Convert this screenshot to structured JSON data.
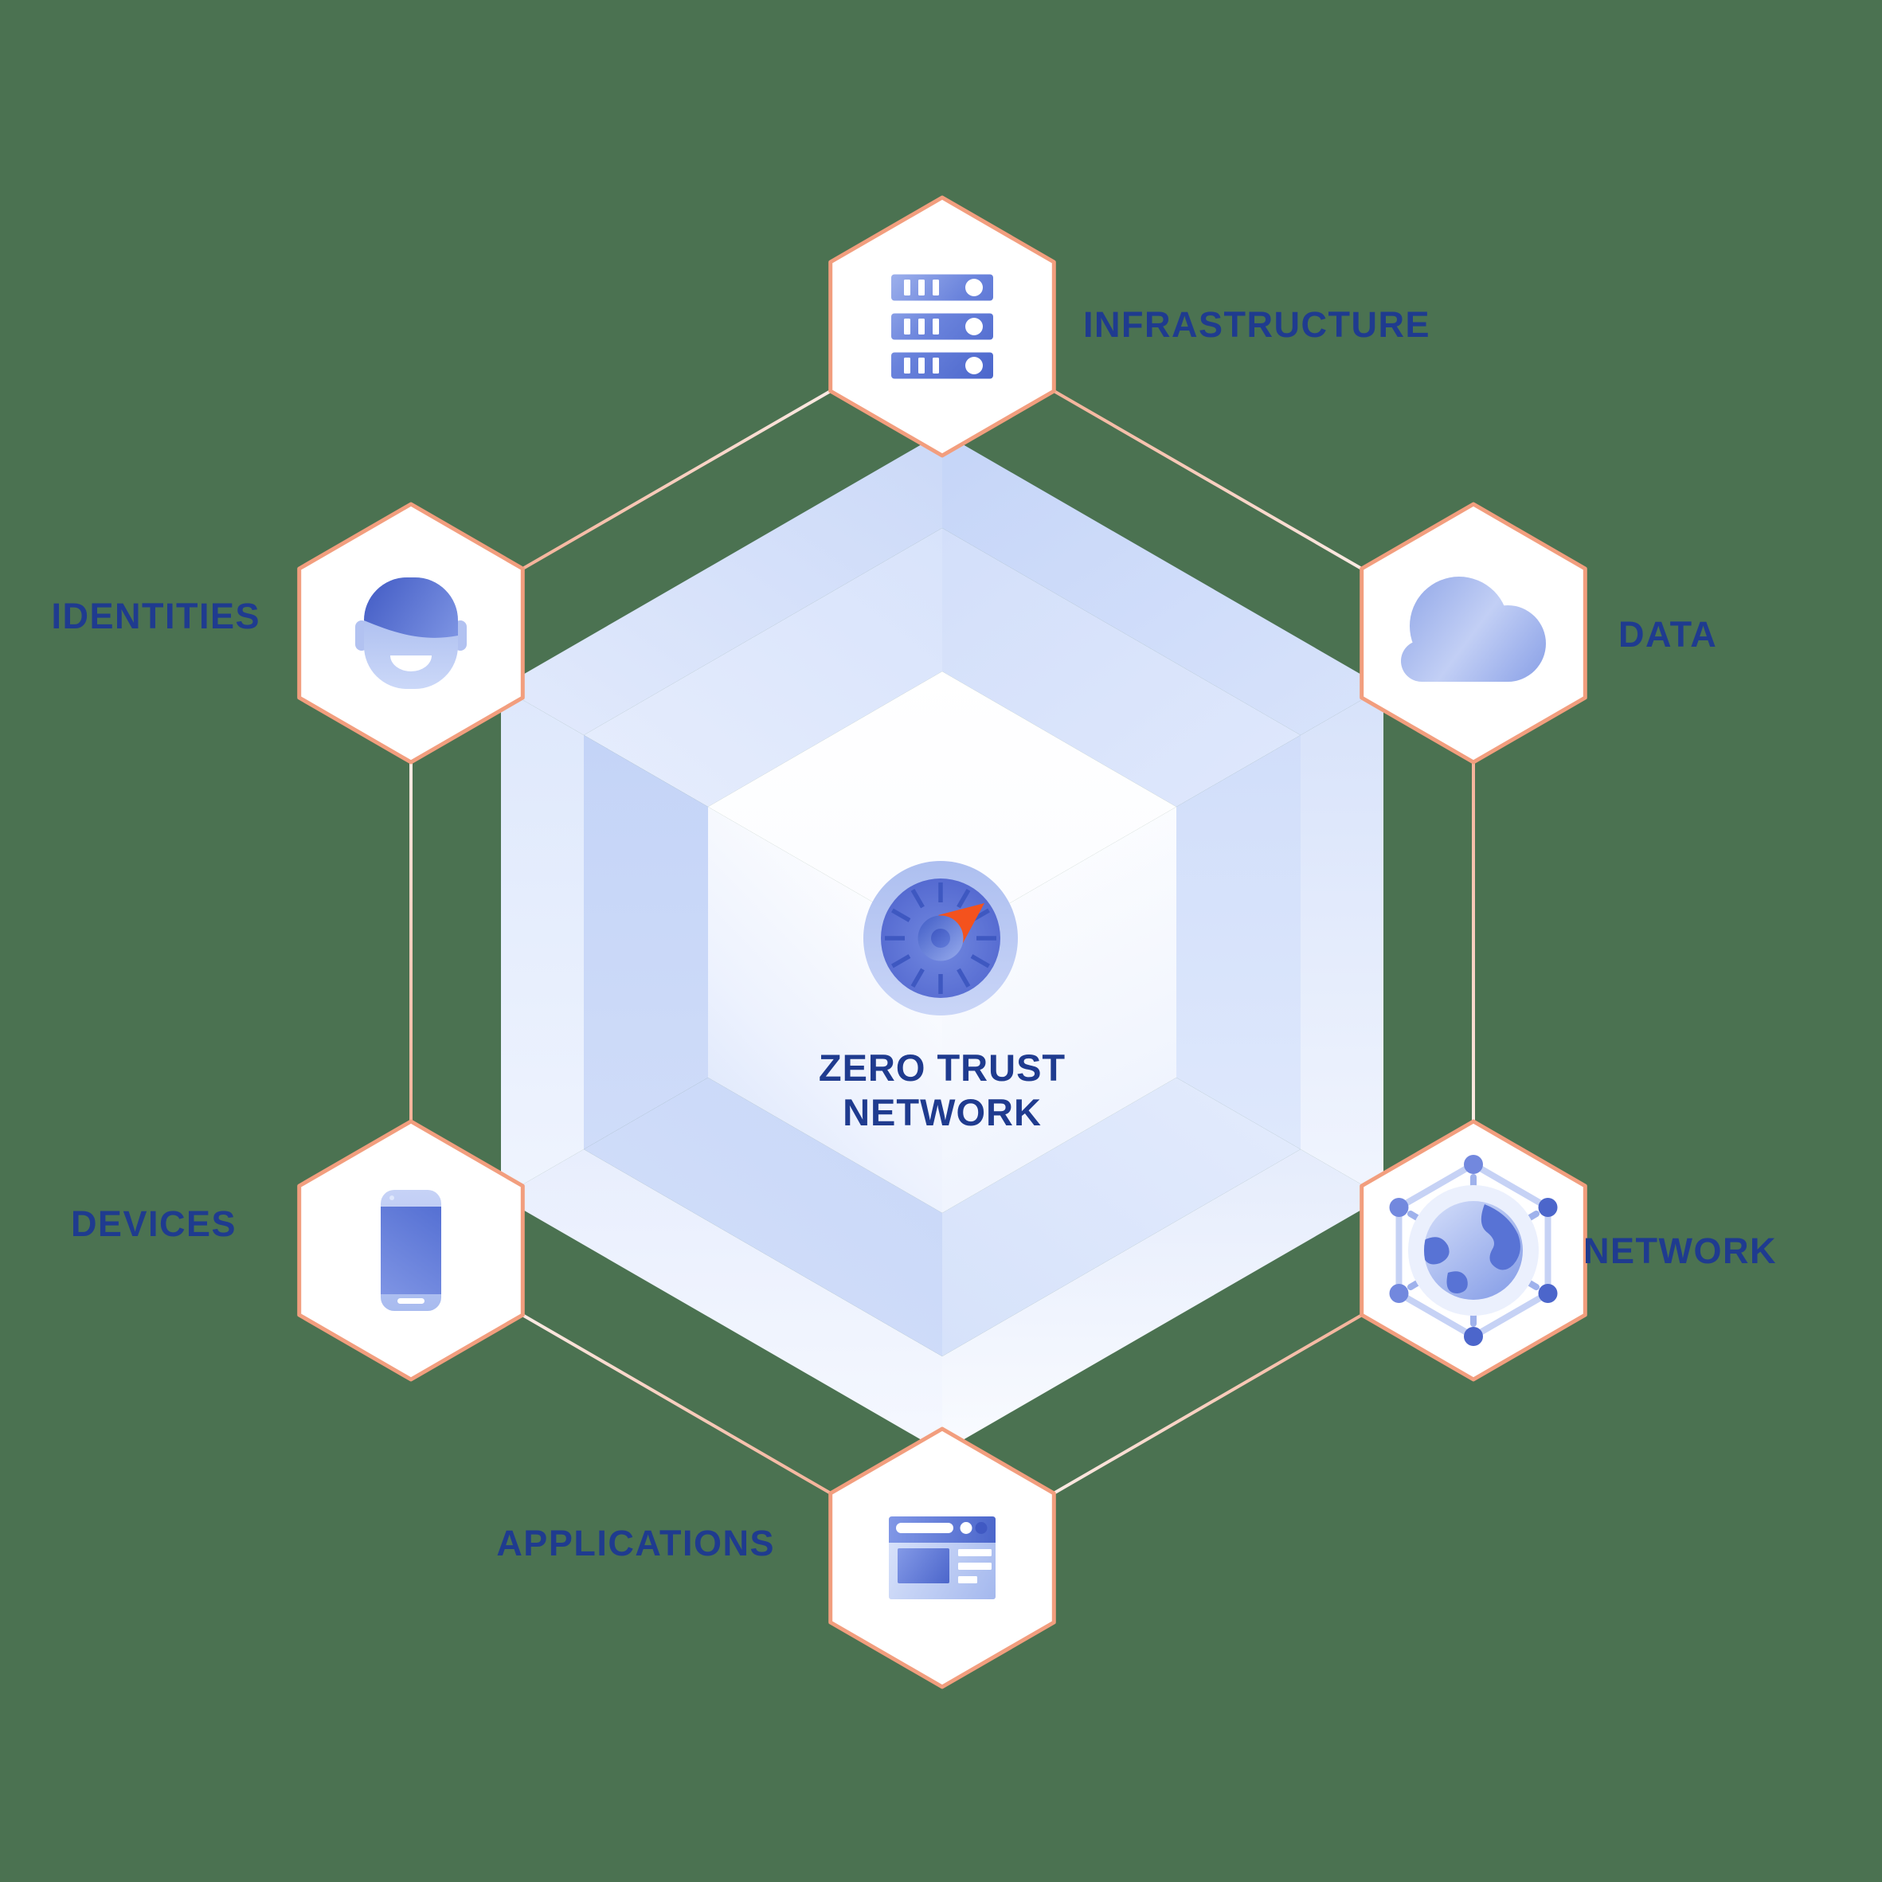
{
  "diagram_title": "Zero Trust Network hexagon diagram",
  "colors": {
    "background": "#4B7251",
    "accent_orange": "#F29E7E",
    "label_navy": "#1F3B8F",
    "icon_blue_dark": "#4C67CC",
    "icon_blue_light": "#8BA1E9",
    "cube_blue_light": "#CBD9F8",
    "needle_orange": "#F4521D"
  },
  "center": {
    "title_line1": "ZERO TRUST",
    "title_line2": "NETWORK",
    "icon": "dial-icon"
  },
  "nodes": [
    {
      "id": "infrastructure",
      "label": "INFRASTRUCTURE",
      "icon": "server-icon",
      "position": "top"
    },
    {
      "id": "data",
      "label": "DATA",
      "icon": "cloud-icon",
      "position": "upper-right"
    },
    {
      "id": "network",
      "label": "NETWORK",
      "icon": "globe-network-icon",
      "position": "lower-right"
    },
    {
      "id": "applications",
      "label": "APPLICATIONS",
      "icon": "browser-icon",
      "position": "bottom"
    },
    {
      "id": "devices",
      "label": "DEVICES",
      "icon": "smartphone-icon",
      "position": "lower-left"
    },
    {
      "id": "identities",
      "label": "IDENTITIES",
      "icon": "person-icon",
      "position": "upper-left"
    }
  ],
  "connectors": [
    {
      "from": "infrastructure",
      "to": "data"
    },
    {
      "from": "data",
      "to": "network"
    },
    {
      "from": "network",
      "to": "applications"
    },
    {
      "from": "applications",
      "to": "devices"
    },
    {
      "from": "devices",
      "to": "identities"
    },
    {
      "from": "identities",
      "to": "infrastructure"
    }
  ]
}
